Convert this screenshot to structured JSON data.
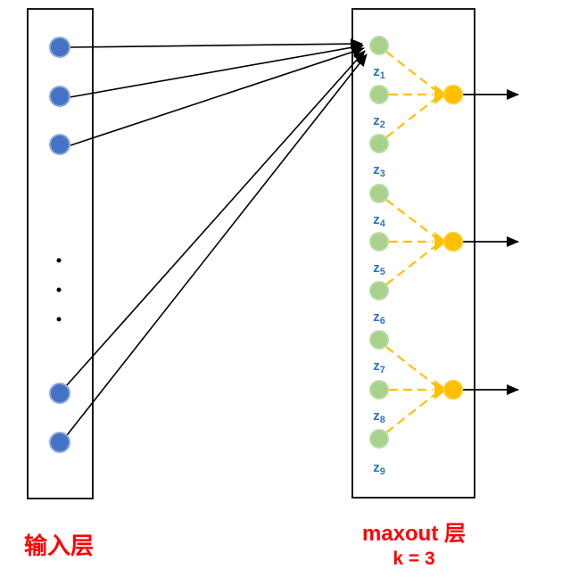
{
  "input_layer": {
    "label": "输入层"
  },
  "maxout_layer": {
    "label": "maxout 层",
    "k_label": "k = 3",
    "z_nodes": [
      {
        "base": "z",
        "sub": "1"
      },
      {
        "base": "z",
        "sub": "2"
      },
      {
        "base": "z",
        "sub": "3"
      },
      {
        "base": "z",
        "sub": "4"
      },
      {
        "base": "z",
        "sub": "5"
      },
      {
        "base": "z",
        "sub": "6"
      },
      {
        "base": "z",
        "sub": "7"
      },
      {
        "base": "z",
        "sub": "8"
      },
      {
        "base": "z",
        "sub": "9"
      }
    ]
  },
  "colors": {
    "background": "#FFFFFF",
    "box_border": "#1A1A1A",
    "layer_label": "#FF0000",
    "z_label": "#2E75B6",
    "connection_black": "#000000",
    "maxout_connection": "#FFC000",
    "input_node": "#4472C4",
    "input_node_border": "#8FAADC",
    "maxout_node": "#A9D18E",
    "maxout_node_border": "#BBDCA4",
    "output_node": "#FFC000",
    "output_node_border": "#FFD34D"
  }
}
